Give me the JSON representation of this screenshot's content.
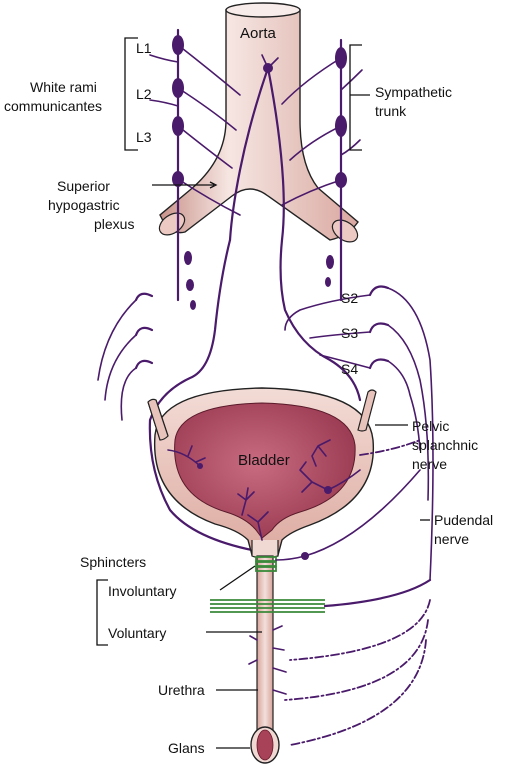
{
  "labels": {
    "aorta": "Aorta",
    "l1": "L1",
    "l2": "L2",
    "l3": "L3",
    "white_rami_line1": "White rami",
    "white_rami_line2": "communicantes",
    "sympathetic_line1": "Sympathetic",
    "sympathetic_line2": "trunk",
    "superior_line1": "Superior",
    "superior_line2": "hypogastric",
    "superior_line3": "plexus",
    "s2": "S2",
    "s3": "S3",
    "s4": "S4",
    "bladder": "Bladder",
    "pelvic_line1": "Pelvic",
    "pelvic_line2": "splanchnic",
    "pelvic_line3": "nerve",
    "pudendal_line1": "Pudendal",
    "pudendal_line2": "nerve",
    "sphincters": "Sphincters",
    "involuntary": "Involuntary",
    "voluntary": "Voluntary",
    "urethra": "Urethra",
    "glans": "Glans"
  },
  "colors": {
    "nerve": "#4a1a6b",
    "vessel": "#e8c9c2",
    "bladder": "#b5506a",
    "sphincter": "#3a8a3a"
  }
}
